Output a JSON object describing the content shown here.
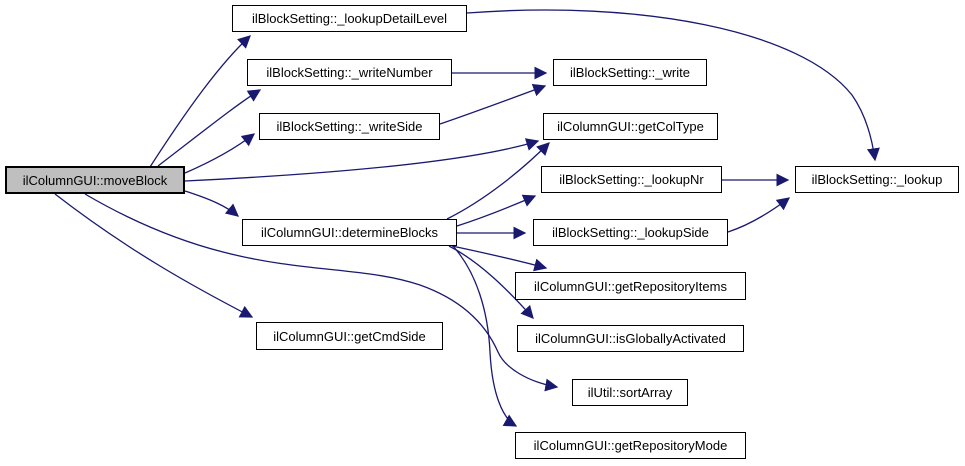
{
  "diagram": {
    "type": "call-graph",
    "focus_node": "ilColumnGUI::moveBlock",
    "colors": {
      "edge": "#191970",
      "node_border": "#000000",
      "node_fill": "#ffffff",
      "focus_node_fill": "#bfbfbf",
      "background": "#ffffff",
      "text": "#000000"
    },
    "nodes": {
      "moveBlock": {
        "label": "ilColumnGUI::moveBlock",
        "focused": true
      },
      "lookupDetailLevel": {
        "label": "ilBlockSetting::_lookupDetailLevel"
      },
      "writeNumber": {
        "label": "ilBlockSetting::_writeNumber"
      },
      "writeSide": {
        "label": "ilBlockSetting::_writeSide"
      },
      "write": {
        "label": "ilBlockSetting::_write"
      },
      "getColType": {
        "label": "ilColumnGUI::getColType"
      },
      "lookupNr": {
        "label": "ilBlockSetting::_lookupNr"
      },
      "lookup": {
        "label": "ilBlockSetting::_lookup"
      },
      "determineBlocks": {
        "label": "ilColumnGUI::determineBlocks"
      },
      "lookupSide": {
        "label": "ilBlockSetting::_lookupSide"
      },
      "getCmdSide": {
        "label": "ilColumnGUI::getCmdSide"
      },
      "getRepositoryItems": {
        "label": "ilColumnGUI::getRepositoryItems"
      },
      "isGloballyActivated": {
        "label": "ilColumnGUI::isGloballyActivated"
      },
      "sortArray": {
        "label": "ilUtil::sortArray"
      },
      "getRepositoryMode": {
        "label": "ilColumnGUI::getRepositoryMode"
      }
    },
    "edges": [
      [
        "moveBlock",
        "lookupDetailLevel"
      ],
      [
        "moveBlock",
        "writeNumber"
      ],
      [
        "moveBlock",
        "writeSide"
      ],
      [
        "moveBlock",
        "getColType"
      ],
      [
        "moveBlock",
        "determineBlocks"
      ],
      [
        "moveBlock",
        "getCmdSide"
      ],
      [
        "moveBlock",
        "sortArray"
      ],
      [
        "writeNumber",
        "write"
      ],
      [
        "writeSide",
        "write"
      ],
      [
        "lookupDetailLevel",
        "lookup"
      ],
      [
        "determineBlocks",
        "getColType"
      ],
      [
        "determineBlocks",
        "lookupNr"
      ],
      [
        "determineBlocks",
        "lookupSide"
      ],
      [
        "determineBlocks",
        "getRepositoryItems"
      ],
      [
        "determineBlocks",
        "isGloballyActivated"
      ],
      [
        "determineBlocks",
        "getRepositoryMode"
      ],
      [
        "lookupNr",
        "lookup"
      ],
      [
        "lookupSide",
        "lookup"
      ]
    ]
  }
}
